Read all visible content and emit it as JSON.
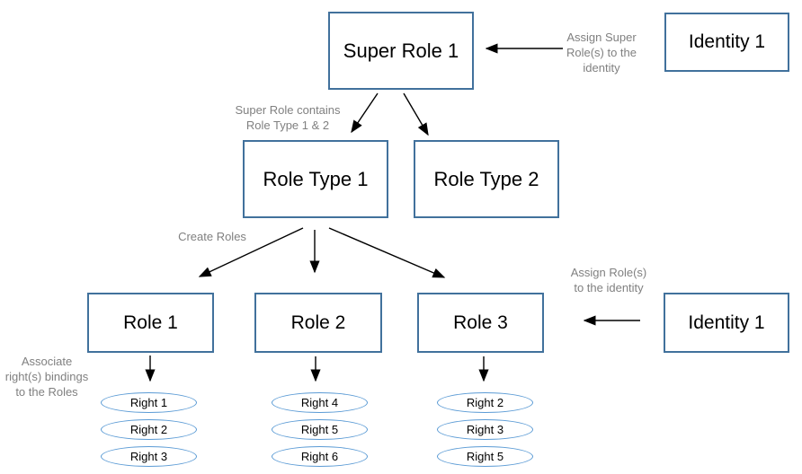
{
  "title": "Role hierarchy diagram",
  "colors": {
    "rect_border": "#41719c",
    "ellipse_border": "#5b9bd5",
    "annotation_text": "#808080",
    "arrow": "#000000",
    "node_text": "#000000",
    "background": "#ffffff"
  },
  "nodes": {
    "super_role": "Super Role 1",
    "identity_top": "Identity 1",
    "role_type_1": "Role Type 1",
    "role_type_2": "Role Type 2",
    "role_1": "Role 1",
    "role_2": "Role 2",
    "role_3": "Role 3",
    "identity_bottom": "Identity 1"
  },
  "rights": {
    "role_1": [
      "Right 1",
      "Right 2",
      "Right 3"
    ],
    "role_2": [
      "Right 4",
      "Right 5",
      "Right 6"
    ],
    "role_3": [
      "Right 2",
      "Right 3",
      "Right 5"
    ]
  },
  "annotations": {
    "assign_super_role": "Assign Super\nRole(s) to the\nidentity",
    "super_role_contains": "Super Role contains\nRole Type 1 & 2",
    "create_roles": "Create Roles",
    "assign_roles": "Assign Role(s)\nto the identity",
    "associate_rights": "Associate\nright(s) bindings\nto the Roles"
  }
}
